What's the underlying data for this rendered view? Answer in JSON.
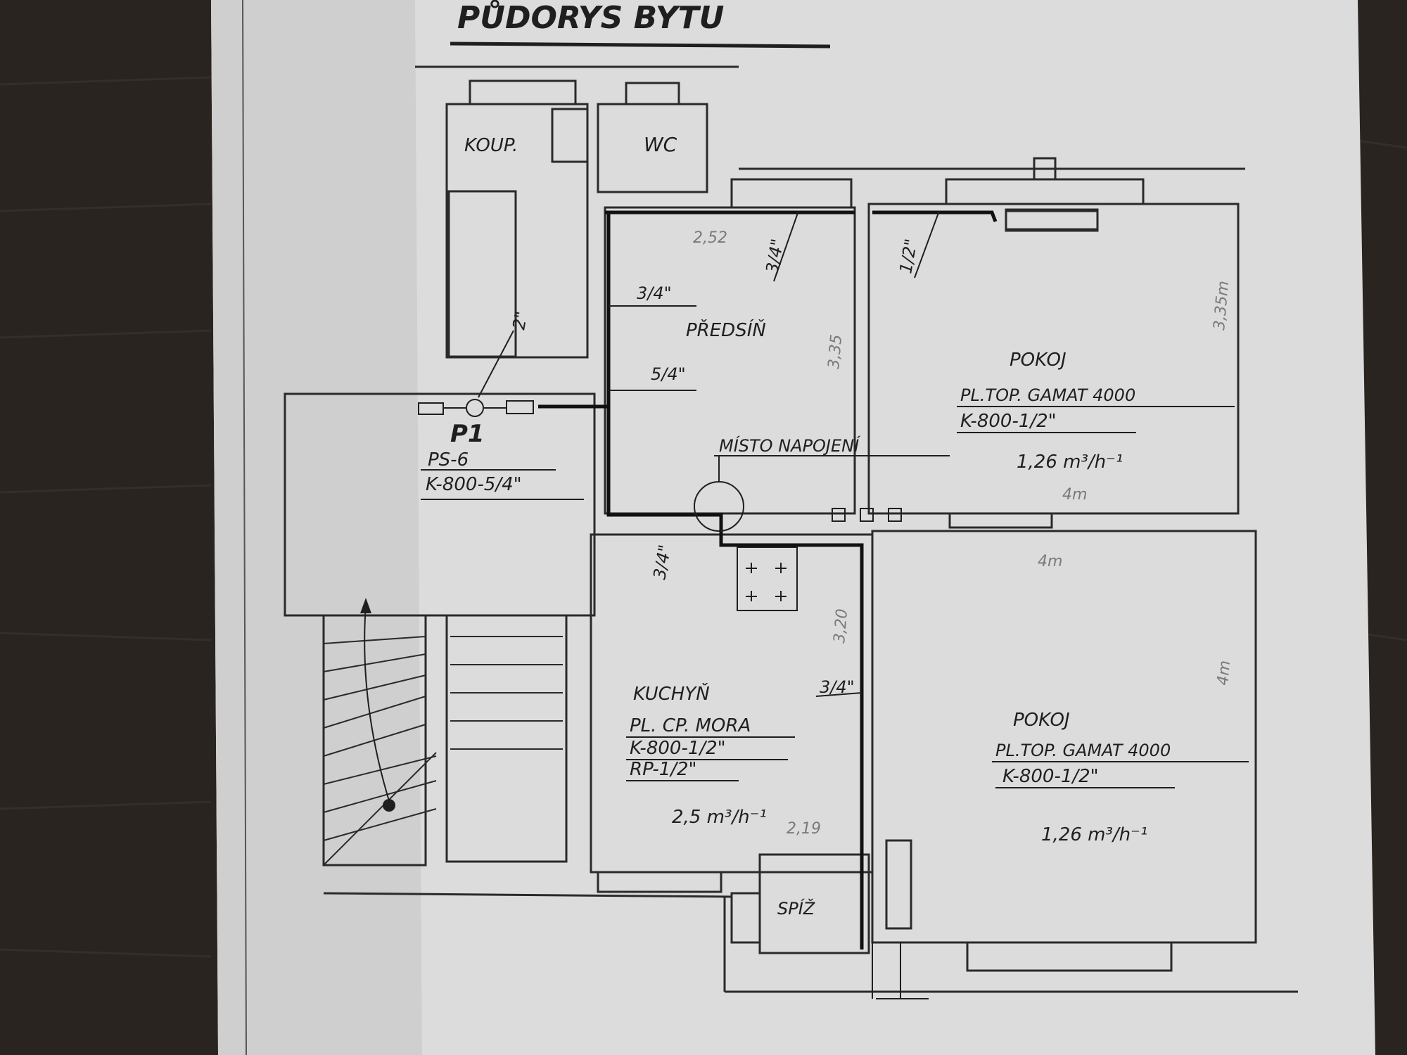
{
  "title": "PŮDORYS BYTU",
  "rooms": {
    "koupelna": "KOUP.",
    "wc": "WC",
    "predsin": "PŘEDSÍŇ",
    "pokoj_top": "POKOJ",
    "pokoj_bottom": "POKOJ",
    "kuchyn": "KUCHYŇ",
    "spiz": "SPÍŽ"
  },
  "labels": {
    "p1": "P1",
    "ps6": "PS-6",
    "k800_54": "K-800-5/4\"",
    "pokoj_top_line1": "PL.TOP. GAMAT 4000",
    "pokoj_top_line2": "K-800-1/2\"",
    "pokoj_top_flow": "1,26 m³/h⁻¹",
    "misto_napojeni": "MÍSTO NAPOJENÍ",
    "kuchyn_line1": "PL. CP. MORA",
    "kuchyn_line2": "K-800-1/2\"",
    "kuchyn_line3": "RP-1/2\"",
    "kuchyn_flow": "2,5 m³/h⁻¹",
    "pokoj_bottom_line1": "PL.TOP. GAMAT 4000",
    "pokoj_bottom_line2": "K-800-1/2\"",
    "pokoj_bottom_flow": "1,26 m³/h⁻¹",
    "pipe_34_a": "3/4\"",
    "pipe_34_b": "3/4\"",
    "pipe_12_a": "1/2\"",
    "pipe_54": "5/4\"",
    "pipe_34_c": "3/4\"",
    "pipe_34_d": "3/4\"",
    "pipe_2": "2\""
  },
  "pencil": {
    "h_predsin": "2,52",
    "h_predsin_wall": "3,35",
    "h_pokoj": "3,35m",
    "h_kuchyn": "3,20",
    "h_spiz": "2,19",
    "h_pokoj_bottom": "4m",
    "w_pokoj_top": "4m",
    "w_pokoj_bottom": "4m"
  },
  "colors": {
    "paper": "#dcdcdc",
    "paper_shadow": "#c8c8c8",
    "ink": "#1f1f1f",
    "pencil": "#7a7a7a",
    "table": "#2a2420"
  }
}
